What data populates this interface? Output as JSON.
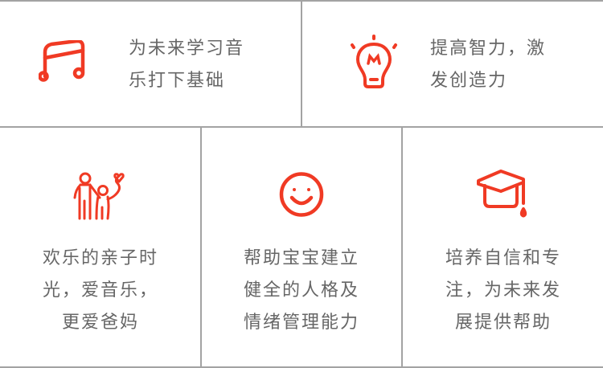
{
  "accent_color": "#f03a24",
  "features": [
    {
      "icon": "music-note-icon",
      "lines": [
        "为未来学习音",
        "乐打下基础"
      ]
    },
    {
      "icon": "lightbulb-icon",
      "lines": [
        "提高智力，激",
        "发创造力"
      ]
    },
    {
      "icon": "parent-child-icon",
      "lines": [
        "欢乐的亲子时",
        "光，爱音乐，",
        "更爱爸妈"
      ]
    },
    {
      "icon": "smiley-face-icon",
      "lines": [
        "帮助宝宝建立",
        "健全的人格及",
        "情绪管理能力"
      ]
    },
    {
      "icon": "graduation-cap-icon",
      "lines": [
        "培养自信和专",
        "注，为未来发",
        "展提供帮助"
      ]
    }
  ]
}
